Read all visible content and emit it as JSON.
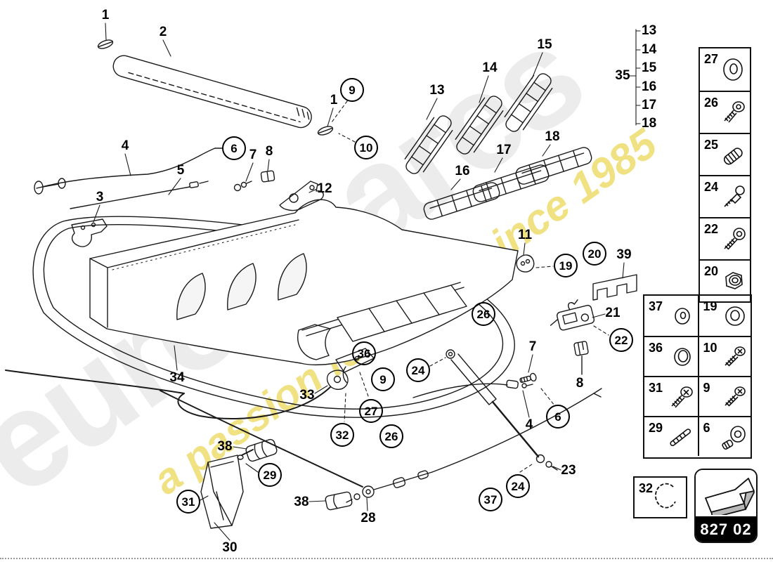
{
  "watermark": {
    "brand": "eurospares",
    "tagline": "a passion for parts since 1985",
    "gray_color": "#ececec",
    "yellow_color": "#eedc6e"
  },
  "badge": {
    "code": "827 02",
    "icon": "direction-arrow-icon"
  },
  "bracket_list": {
    "label": "35",
    "items": [
      "13",
      "14",
      "15",
      "16",
      "17",
      "18"
    ]
  },
  "callouts": {
    "plain": [
      {
        "label": "1"
      },
      {
        "label": "2"
      },
      {
        "label": "1"
      },
      {
        "label": "4"
      },
      {
        "label": "5"
      },
      {
        "label": "3"
      },
      {
        "label": "7"
      },
      {
        "label": "8"
      },
      {
        "label": "12"
      },
      {
        "label": "13"
      },
      {
        "label": "14"
      },
      {
        "label": "15"
      },
      {
        "label": "16"
      },
      {
        "label": "17"
      },
      {
        "label": "18"
      },
      {
        "label": "35"
      },
      {
        "label": "11"
      },
      {
        "label": "39"
      },
      {
        "label": "21"
      },
      {
        "label": "34"
      },
      {
        "label": "33"
      },
      {
        "label": "38"
      },
      {
        "label": "38"
      },
      {
        "label": "30"
      },
      {
        "label": "28"
      },
      {
        "label": "23"
      },
      {
        "label": "4"
      },
      {
        "label": "7"
      },
      {
        "label": "8"
      }
    ],
    "circled": [
      {
        "label": "9"
      },
      {
        "label": "10"
      },
      {
        "label": "6"
      },
      {
        "label": "19"
      },
      {
        "label": "20"
      },
      {
        "label": "22"
      },
      {
        "label": "26"
      },
      {
        "label": "36"
      },
      {
        "label": "9"
      },
      {
        "label": "24"
      },
      {
        "label": "27"
      },
      {
        "label": "32"
      },
      {
        "label": "26"
      },
      {
        "label": "29"
      },
      {
        "label": "31"
      },
      {
        "label": "6"
      },
      {
        "label": "24"
      },
      {
        "label": "37"
      }
    ]
  },
  "parts_table": {
    "single_column": [
      {
        "num": "27",
        "icon": "washer-icon"
      },
      {
        "num": "26",
        "icon": "torx-screw-icon"
      },
      {
        "num": "25",
        "icon": "set-screw-icon"
      },
      {
        "num": "24",
        "icon": "ball-stud-icon"
      },
      {
        "num": "22",
        "icon": "socket-bolt-icon"
      },
      {
        "num": "20",
        "icon": "nut-icon"
      }
    ],
    "grid": [
      [
        {
          "num": "37",
          "icon": "small-washer-icon"
        },
        {
          "num": "19",
          "icon": "flat-washer-icon"
        }
      ],
      [
        {
          "num": "36",
          "icon": "o-ring-icon"
        },
        {
          "num": "10",
          "icon": "countersunk-screw-icon"
        }
      ],
      [
        {
          "num": "31",
          "icon": "pan-screw-icon"
        },
        {
          "num": "9",
          "icon": "countersunk-screw-icon"
        }
      ],
      [
        {
          "num": "29",
          "icon": "pin-icon"
        },
        {
          "num": "6",
          "icon": "grommet-icon"
        }
      ]
    ],
    "snap_ring_box": {
      "num": "32",
      "icon": "snap-ring-icon"
    }
  }
}
